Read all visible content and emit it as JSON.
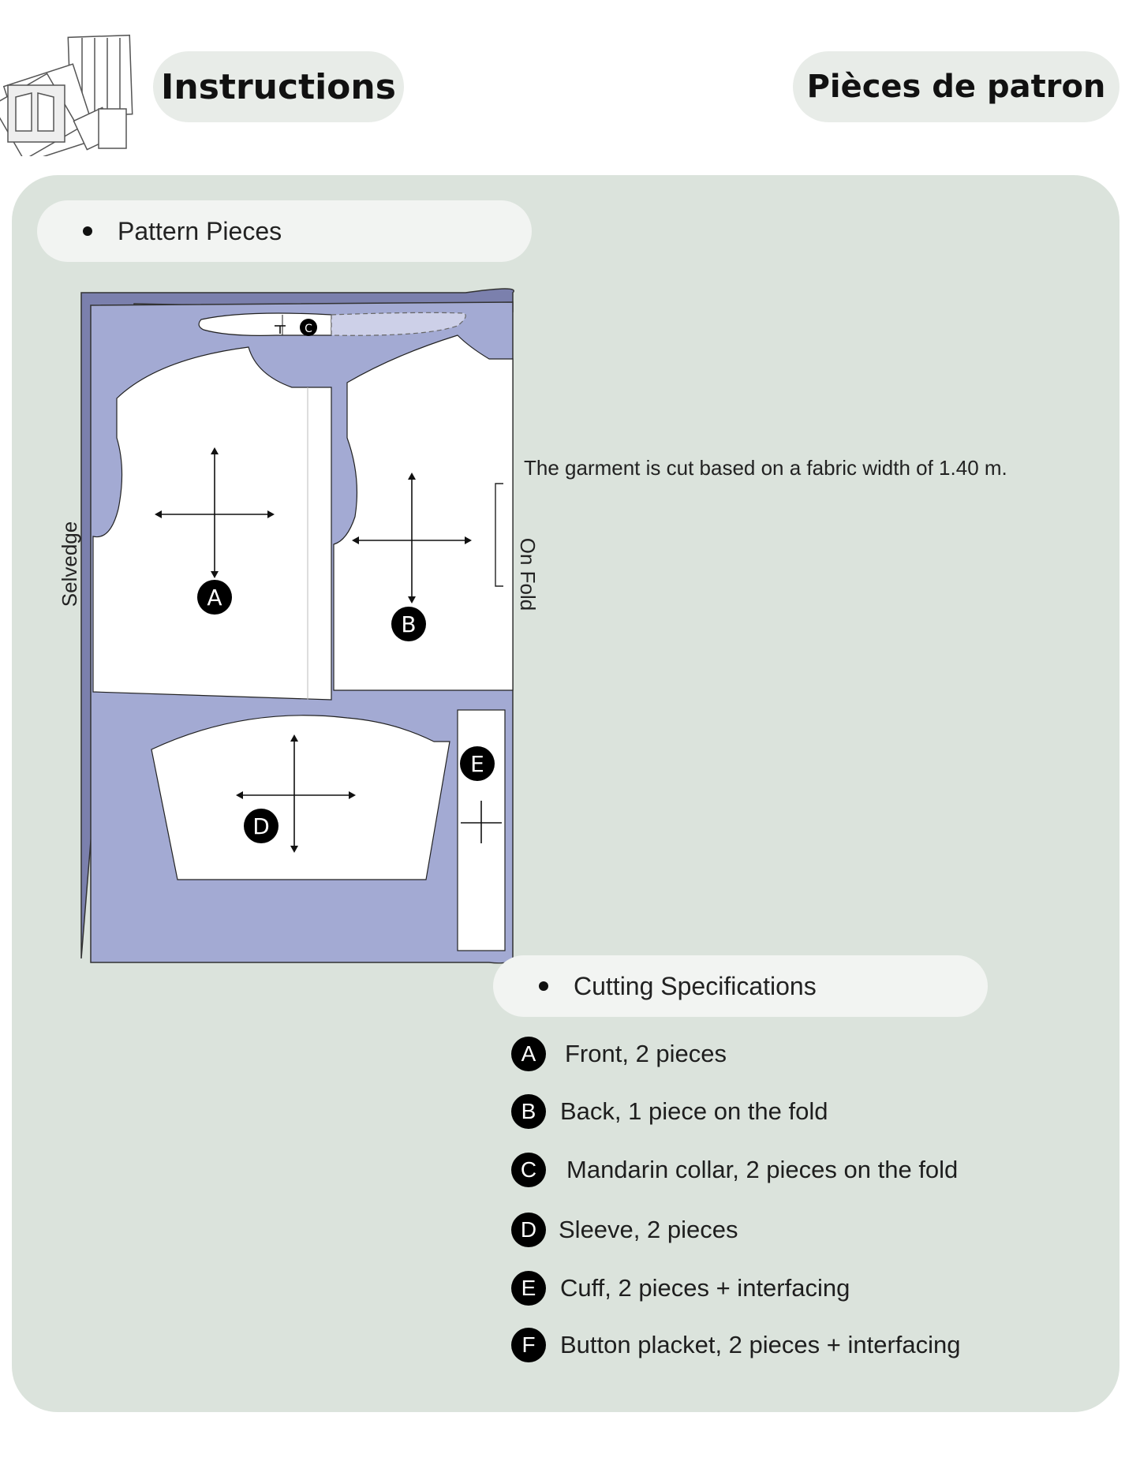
{
  "header": {
    "left_title": "Instructions",
    "right_title": "Pièces de patron",
    "logo_icon": "pattern-sheets-icon"
  },
  "pattern_section": {
    "heading": "Pattern Pieces",
    "selvedge_label": "Selvedge",
    "fold_label": "On Fold",
    "fabric_note": "The garment is cut based on a fabric width of 1.40 m.",
    "pieces": [
      {
        "letter": "A"
      },
      {
        "letter": "B"
      },
      {
        "letter": "C"
      },
      {
        "letter": "D"
      },
      {
        "letter": "E"
      }
    ]
  },
  "cutting_section": {
    "heading": "Cutting Specifications",
    "items": [
      {
        "letter": "A",
        "text": "Front, 2 pieces"
      },
      {
        "letter": "B",
        "text": "Back, 1 piece on the fold"
      },
      {
        "letter": "C",
        "text": "Mandarin collar, 2 pieces on the fold"
      },
      {
        "letter": "D",
        "text": "Sleeve, 2 pieces"
      },
      {
        "letter": "E",
        "text": "Cuff, 2 pieces + interfacing"
      },
      {
        "letter": "F",
        "text": "Button placket, 2 pieces + interfacing"
      }
    ]
  },
  "colors": {
    "panel": "#dbe3dc",
    "pill": "#f2f4f2",
    "fabric": "#a3aad3",
    "fabric_edge": "#7b80ad"
  }
}
